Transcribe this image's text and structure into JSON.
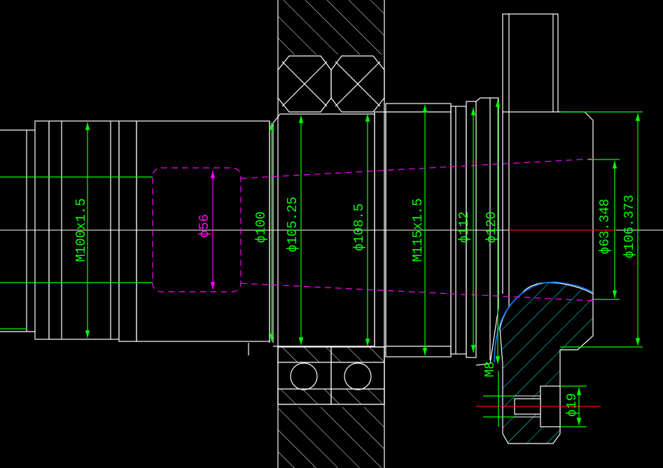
{
  "colors": {
    "background": "#000000",
    "outline": "#ffffff",
    "dimension": "#00ff00",
    "hidden": "#ff00ff",
    "section_edge": "#0080ff",
    "hatch_cyan": "#00ffff",
    "center_red": "#ff0000"
  },
  "dimensions": {
    "m100": "M100x1.5",
    "d56": "ϕ56",
    "d100": "ϕ100",
    "d105": "ϕ105.25",
    "d108": "ϕ108.5",
    "m115": "M115x1.5",
    "d112": "ϕ112",
    "d120": "ϕ120",
    "d63": "ϕ63.348",
    "d106": "ϕ106.373",
    "m8": "M8",
    "d19": "ϕ19"
  }
}
